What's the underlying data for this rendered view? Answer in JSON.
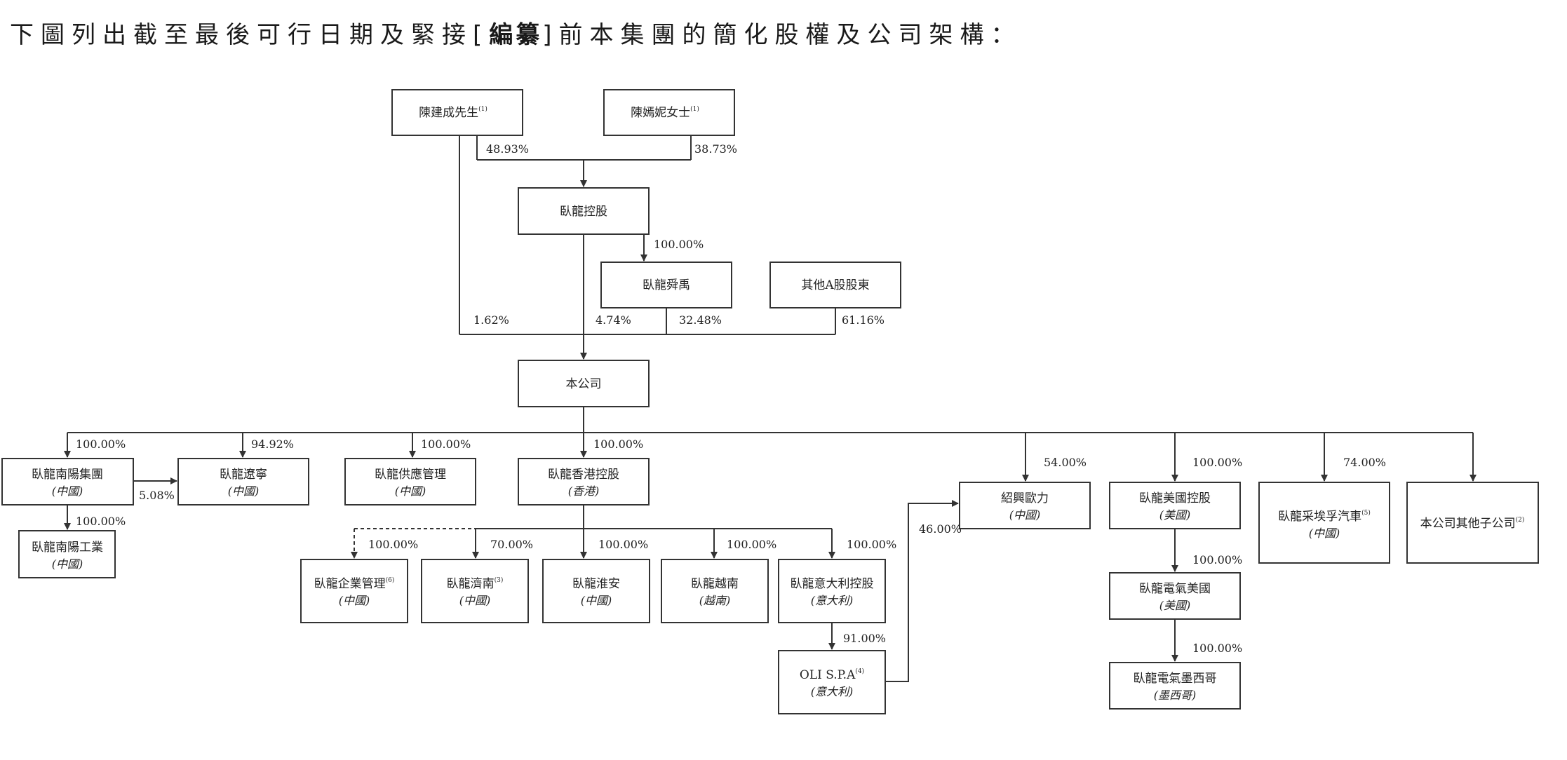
{
  "heading": {
    "before": "下圖列出截至最後可行日期及緊接[",
    "redacted": "編纂",
    "after": "]前本集團的簡化股權及公司架構："
  },
  "entities": {
    "chen_jiancheng": {
      "name": "陳建成先生",
      "note": "(1)"
    },
    "chen_yanni": {
      "name": "陳嫣妮女士",
      "note": "(1)"
    },
    "wolong_holding": {
      "name": "臥龍控股"
    },
    "wolong_shunyu": {
      "name": "臥龍舜禹"
    },
    "other_a": {
      "name": "其他A股股東"
    },
    "company": {
      "name": "本公司"
    },
    "nanyang_group": {
      "name": "臥龍南陽集團",
      "region": "(中國)"
    },
    "liaoning": {
      "name": "臥龍遼寧",
      "region": "(中國)"
    },
    "supply": {
      "name": "臥龍供應管理",
      "region": "(中國)"
    },
    "hk_holding": {
      "name": "臥龍香港控股",
      "region": "(香港)"
    },
    "nanyang_industry": {
      "name": "臥龍南陽工業",
      "region": "(中國)"
    },
    "enterprise_mgmt": {
      "name": "臥龍企業管理",
      "note": "(6)",
      "region": "(中國)"
    },
    "jinan": {
      "name": "臥龍濟南",
      "note": "(3)",
      "region": "(中國)"
    },
    "huaian": {
      "name": "臥龍淮安",
      "region": "(中國)"
    },
    "vietnam": {
      "name": "臥龍越南",
      "region": "(越南)"
    },
    "italy_holding": {
      "name": "臥龍意大利控股",
      "region": "(意大利)"
    },
    "oli": {
      "name": "OLI S.P.A",
      "note": "(4)",
      "region": "(意大利)"
    },
    "shaoxing": {
      "name": "紹興歐力",
      "region": "(中國)"
    },
    "us_holding": {
      "name": "臥龍美國控股",
      "region": "(美國)"
    },
    "electric_us": {
      "name": "臥龍電氣美國",
      "region": "(美國)"
    },
    "electric_mx": {
      "name": "臥龍電氣墨西哥",
      "region": "(墨西哥)"
    },
    "caifu": {
      "name": "臥龍采埃孚汽車",
      "note": "(5)",
      "region": "(中國)"
    },
    "others": {
      "name": "本公司其他子公司",
      "note": "(2)"
    }
  },
  "percentages": {
    "chen_jc_to_holding": "48.93%",
    "chen_yn_to_holding": "38.73%",
    "holding_to_shunyu": "100.00%",
    "chen_jc_to_company": "1.62%",
    "holding_to_company": "4.74%",
    "shunyu_to_company": "32.48%",
    "other_a_to_company": "61.16%",
    "to_nanyang_group": "100.00%",
    "to_liaoning": "94.92%",
    "to_supply": "100.00%",
    "to_hk_holding": "100.00%",
    "to_shaoxing": "54.00%",
    "to_us_holding": "100.00%",
    "to_caifu": "74.00%",
    "nanyang_to_liaoning": "5.08%",
    "to_nanyang_industry": "100.00%",
    "to_enterprise_mgmt": "100.00%",
    "to_jinan": "70.00%",
    "to_huaian": "100.00%",
    "to_vietnam": "100.00%",
    "to_italy_holding": "100.00%",
    "to_oli": "91.00%",
    "oli_to_shaoxing": "46.00%",
    "to_electric_us": "100.00%",
    "to_electric_mx": "100.00%"
  }
}
